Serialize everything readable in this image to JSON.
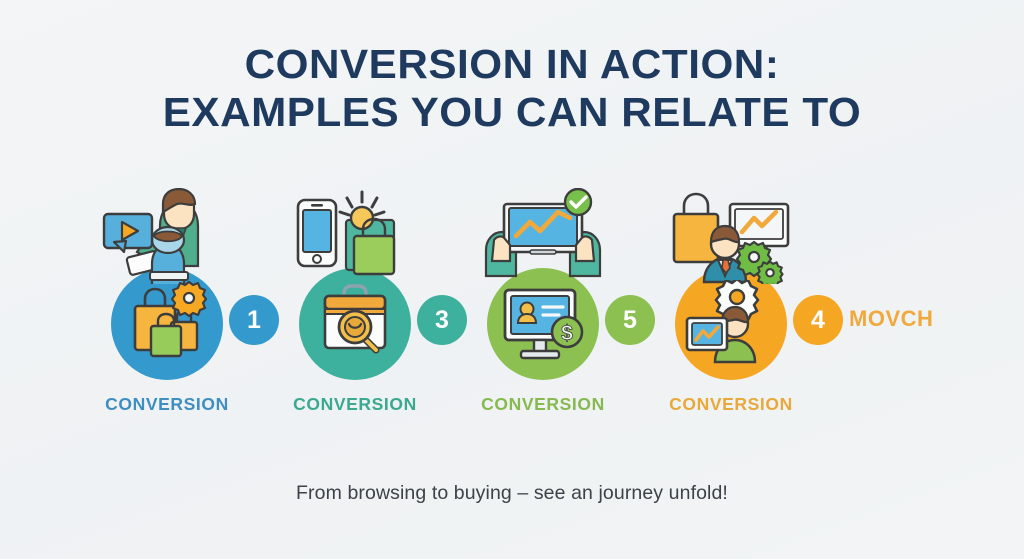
{
  "slide": {
    "background_color": "#f1f3f5",
    "title": {
      "line1": "CONVERSION IN ACTION:",
      "line2": "EXAMPLES YOU CAN RELATE TO",
      "color": "#1f3a5f"
    },
    "caption": "From browsing to buying – see an journey unfold!",
    "side_text": "MOVCH",
    "side_text_color": "#f0a93c"
  },
  "steps": [
    {
      "label": "CONVERSION",
      "circle_color": "#3499cc",
      "label_color": "#3f8ec0",
      "art": {
        "top_icons": [
          "video-play-card-icon",
          "person-with-tablet-icon",
          "small-person-icon"
        ],
        "circle_icons": [
          "shopping-bags-icon",
          "gear-icon"
        ]
      }
    },
    {
      "label": "CONVERSION",
      "circle_color": "#3db19d",
      "label_color": "#3aa98f",
      "art": {
        "top_icons": [
          "smartphone-icon",
          "idea-sun-icon",
          "green-shopping-bag-icon"
        ],
        "circle_icons": [
          "briefcase-icon",
          "magnifier-icon"
        ]
      }
    },
    {
      "label": "CONVERSION",
      "circle_color": "#8cc152",
      "label_color": "#86b94f",
      "art": {
        "top_icons": [
          "hands-holding-laptop-icon",
          "chart-line-icon",
          "check-badge-icon"
        ],
        "circle_icons": [
          "desktop-monitor-user-icon",
          "dollar-badge-icon"
        ]
      }
    },
    {
      "label": "CONVERSION",
      "circle_color": "#f5a623",
      "label_color": "#e8a83a",
      "art": {
        "top_icons": [
          "orange-shopping-bag-icon",
          "monitor-chart-icon",
          "businessman-icon",
          "gears-icon"
        ],
        "circle_icons": [
          "person-with-chart-screen-icon",
          "gear-icon"
        ]
      }
    }
  ],
  "badges": [
    {
      "number": "1",
      "color": "#3499cc"
    },
    {
      "number": "3",
      "color": "#3db19d"
    },
    {
      "number": "5",
      "color": "#8cc152"
    },
    {
      "number": "4",
      "color": "#f5a623"
    }
  ]
}
